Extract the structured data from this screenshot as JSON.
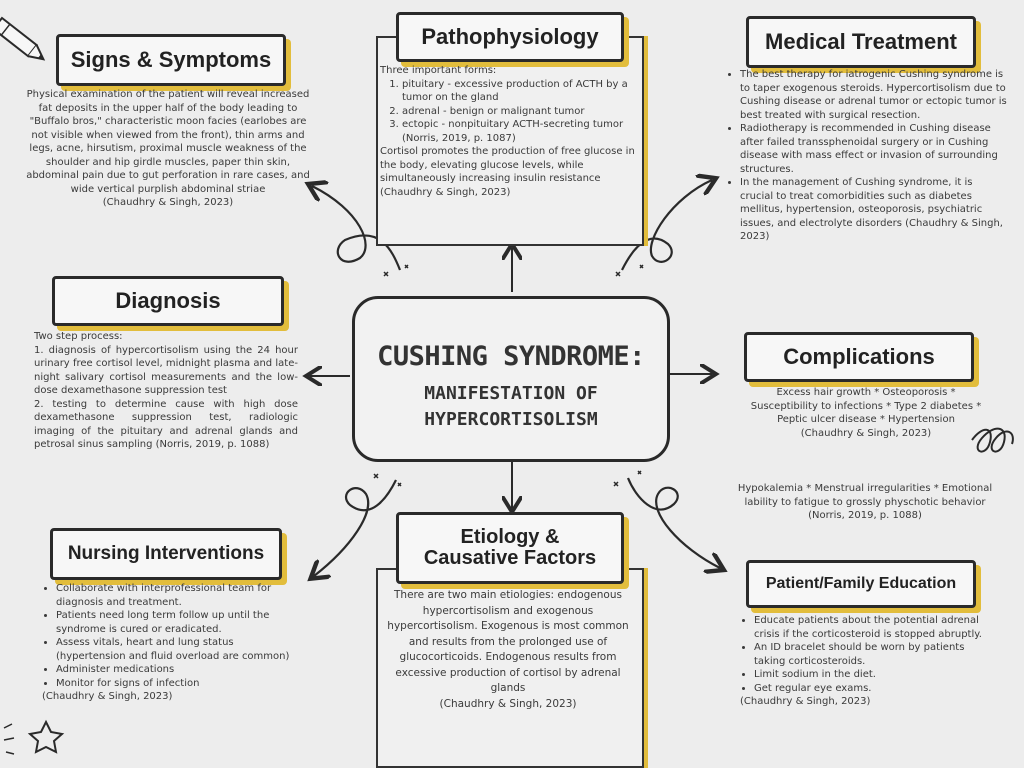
{
  "main_title": {
    "line1": "CUSHING SYNDROME:",
    "line2": "MANIFESTATION OF",
    "line3": "HYPERCORTISOLISM"
  },
  "signs": {
    "title": "Signs & Symptoms",
    "text": "Physical examination of the patient will reveal increased fat deposits in the upper half of the body leading to \"Buffalo bros,\" characteristic moon facies (earlobes are not visible when viewed from the front), thin arms and legs, acne, hirsutism, proximal muscle weakness of the shoulder and hip girdle muscles, paper thin skin, abdominal pain due to gut perforation in rare cases, and wide vertical purplish abdominal striae",
    "cite": "(Chaudhry & Singh, 2023)"
  },
  "patho": {
    "title": "Pathophysiology",
    "intro": "Three important forms:",
    "items": [
      "pituitary - excessive production of ACTH by a tumor on the gland",
      "adrenal - benign or malignant tumor",
      "ectopic - nonpituitary ACTH-secreting tumor (Norris, 2019, p. 1087)"
    ],
    "text": "Cortisol promotes the production of free glucose in the body, elevating glucose levels, while simultaneously increasing insulin resistance (Chaudhry & Singh, 2023)"
  },
  "medical": {
    "title": "Medical Treatment",
    "items": [
      "The best therapy for iatrogenic Cushing syndrome is to taper exogenous steroids. Hypercortisolism due to Cushing disease or adrenal tumor or ectopic tumor is best treated with surgical resection.",
      "Radiotherapy is recommended in Cushing disease after failed transsphenoidal surgery or in Cushing disease with mass effect or invasion of surrounding structures.",
      "In the management of Cushing syndrome, it is crucial to treat comorbidities such as diabetes mellitus, hypertension, osteoporosis, psychiatric issues, and electrolyte disorders (Chaudhry & Singh, 2023)"
    ]
  },
  "diagnosis": {
    "title": "Diagnosis",
    "intro": "Two step process:",
    "step1": "1. diagnosis of hypercortisolism using the 24 hour urinary free cortisol level, midnight plasma and late-night salivary cortisol measurements and the low-dose dexamethasone suppression test",
    "step2": "2. testing to determine cause with high dose dexamethasone suppression test, radiologic imaging of the pituitary and adrenal glands and petrosal sinus sampling (Norris, 2019, p. 1088)"
  },
  "complications": {
    "title": "Complications",
    "text1": "Excess hair growth * Osteoporosis * Susceptibility to infections * Type 2 diabetes * Peptic ulcer disease * Hypertension",
    "cite1": "(Chaudhry & Singh, 2023)",
    "text2": "Hypokalemia * Menstrual irregularities * Emotional lability to fatigue to grossly physchotic behavior",
    "cite2": "(Norris, 2019, p. 1088)"
  },
  "nursing": {
    "title": "Nursing Interventions",
    "items": [
      "Collaborate with interprofessional team for diagnosis and treatment.",
      "Patients need long term follow up until the syndrome is cured or eradicated.",
      "Assess vitals, heart and lung status (hypertension and fluid overload are common)",
      "Administer medications",
      "Monitor for signs of infection"
    ],
    "cite": "(Chaudhry & Singh, 2023)"
  },
  "etiology": {
    "title_line1": "Etiology &",
    "title_line2": "Causative Factors",
    "text": "There are two main etiologies: endogenous hypercortisolism and exogenous hypercortisolism. Exogenous is most common and results from the prolonged use of glucocorticoids. Endogenous results from excessive production of cortisol by adrenal glands",
    "cite": "(Chaudhry & Singh, 2023)"
  },
  "education": {
    "title": "Patient/Family Education",
    "items": [
      "Educate patients about the potential adrenal crisis if the corticosteroid is stopped abruptly.",
      "An ID bracelet should be worn by patients taking corticosteroids.",
      "Limit sodium in the diet.",
      "Get regular eye exams."
    ],
    "cite": "(Chaudhry & Singh, 2023)"
  },
  "colors": {
    "background": "#ededed",
    "ink": "#2a2a2a",
    "accent_shadow": "#e2bd3c"
  }
}
